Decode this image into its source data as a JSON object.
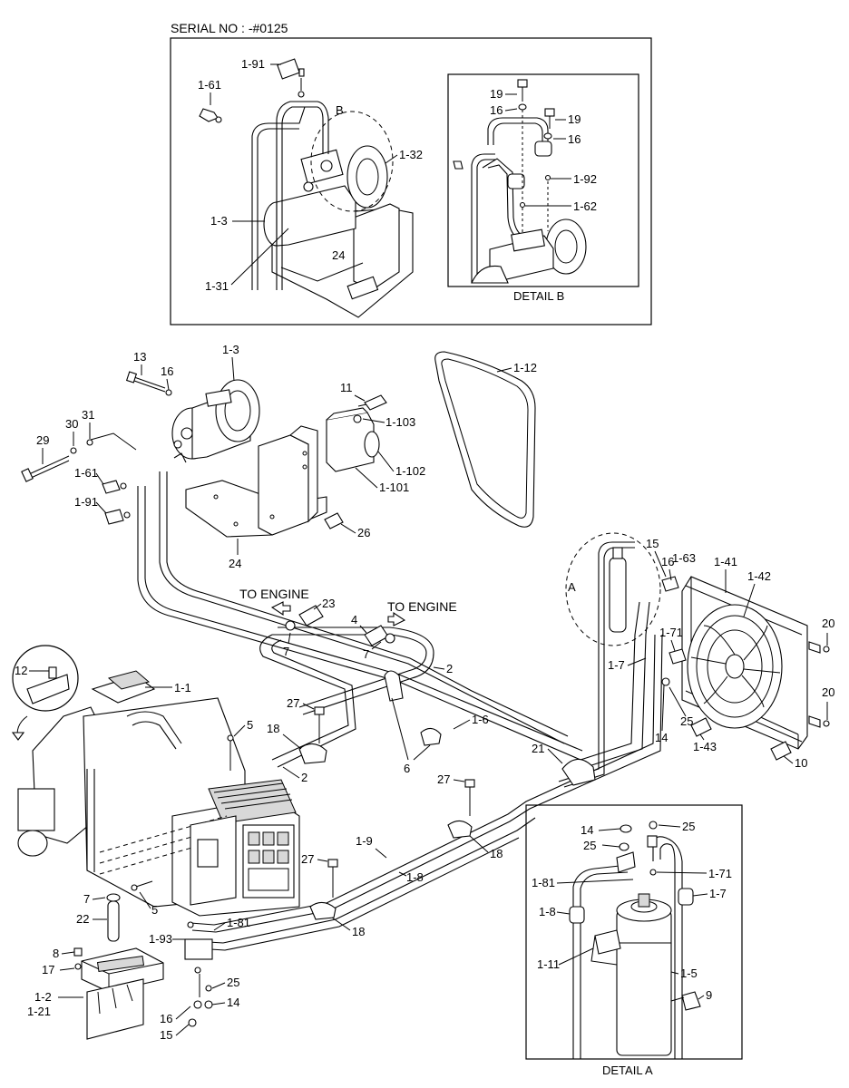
{
  "header": {
    "serial_text": "SERIAL NO : -#0125",
    "detail_b": "DETAIL B",
    "detail_a": "DETAIL A"
  },
  "annotations": {
    "to_engine_left": "TO ENGINE",
    "to_engine_right": "TO ENGINE",
    "circle_a": "A",
    "circle_b": "B"
  },
  "labels": {
    "inset_top": [
      "1-91",
      "1-61",
      "1-32",
      "1-3",
      "24",
      "1-31"
    ],
    "detail_b": [
      "19",
      "16",
      "19",
      "16",
      "1-92",
      "1-62"
    ],
    "compressor": [
      "13",
      "16",
      "1-3",
      "11",
      "1-103",
      "30",
      "31",
      "29",
      "1-61",
      "1-91",
      "1-102",
      "1-101",
      "26",
      "24"
    ],
    "belt": [
      "1-12"
    ],
    "hoses": [
      "23",
      "4",
      "7",
      "7",
      "2",
      "6",
      "1-6",
      "21",
      "27",
      "27",
      "27",
      "18",
      "18",
      "18",
      "1-9",
      "1-8",
      "2"
    ],
    "condenser": [
      "15",
      "16",
      "1-63",
      "1-41",
      "1-42",
      "1-71",
      "1-7",
      "20",
      "20",
      "25",
      "14",
      "1-43",
      "10"
    ],
    "heater": [
      "12",
      "1-1",
      "5",
      "5",
      "7",
      "22",
      "1-93",
      "1-81",
      "8",
      "17",
      "1-2",
      "1-21",
      "25",
      "16",
      "14",
      "15"
    ],
    "detail_a": [
      "14",
      "25",
      "25",
      "1-81",
      "1-71",
      "1-7",
      "1-8",
      "1-11",
      "1-5",
      "9"
    ]
  }
}
